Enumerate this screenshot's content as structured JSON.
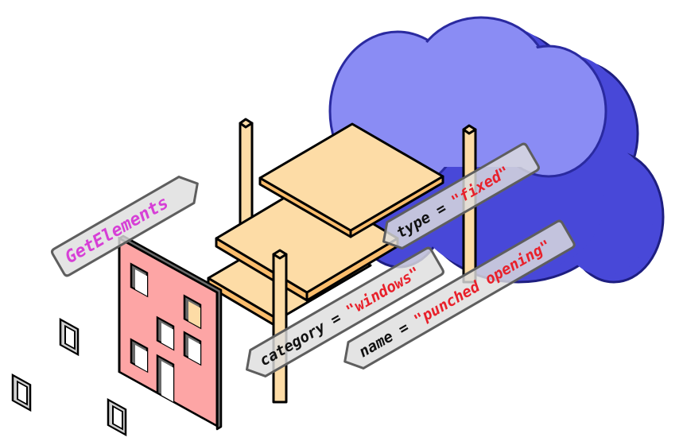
{
  "labels": {
    "function": "GetElements",
    "type_key": "type",
    "type_eq": " = ",
    "type_value": "\"fixed\"",
    "category_key": "category",
    "category_eq": " = ",
    "category_value": "\"windows\"",
    "name_key": "name",
    "name_eq": " = ",
    "name_value": "\"punched opening\""
  },
  "colors": {
    "function_text": "#d63fd6",
    "value_text": "#e8202a",
    "key_text": "#111111",
    "cloud_face": "#8a8cf4",
    "cloud_side": "#4848d8",
    "wall": "#fda5a5",
    "shelf": "#fddca6"
  }
}
